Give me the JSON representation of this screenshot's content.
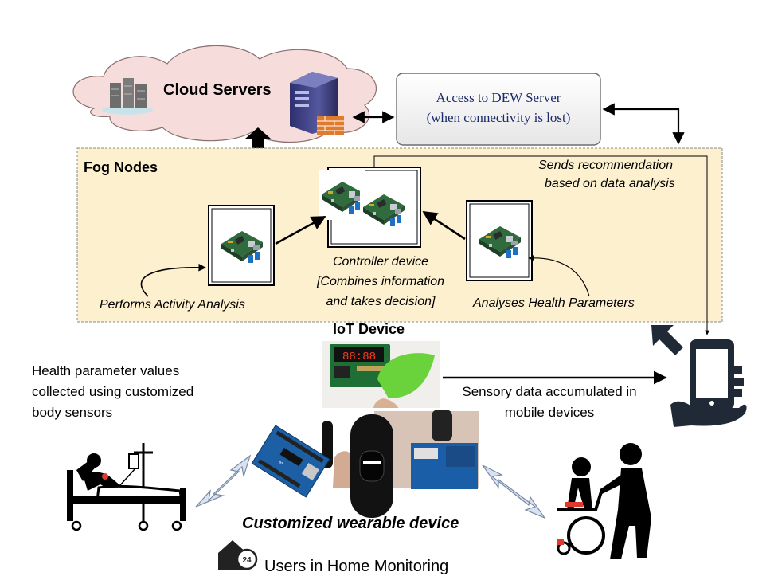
{
  "cloud": {
    "title": "Cloud Servers"
  },
  "dew": {
    "line1": "Access to DEW Server",
    "line2": "(when connectivity is lost)"
  },
  "fog": {
    "title": "Fog Nodes",
    "recommendation_line1": "Sends recommendation",
    "recommendation_line2": "based on data analysis",
    "left_node_label": "Performs Activity Analysis",
    "controller_line1": "Controller device",
    "controller_line2": "[Combines information",
    "controller_line3": "and takes decision]",
    "right_node_label": "Analyses Health Parameters"
  },
  "iot": {
    "title": "IoT Device"
  },
  "health": {
    "line1": "Health parameter values",
    "line2": "collected using customized",
    "line3": "body sensors"
  },
  "mobile": {
    "line1": "Sensory data accumulated in",
    "line2": "mobile devices"
  },
  "wearable": {
    "title": "Customized wearable device",
    "display_digits": "88:88"
  },
  "home": {
    "label": "Users in Home Monitoring",
    "badge": "24"
  },
  "colors": {
    "fog_fill": "#fdf0cf",
    "fog_border": "#8a8a8a",
    "arrow_fill": "#d8e2f0",
    "arrow_stroke": "#7a8aa6",
    "cloud_fill": "#f7dcdc"
  }
}
